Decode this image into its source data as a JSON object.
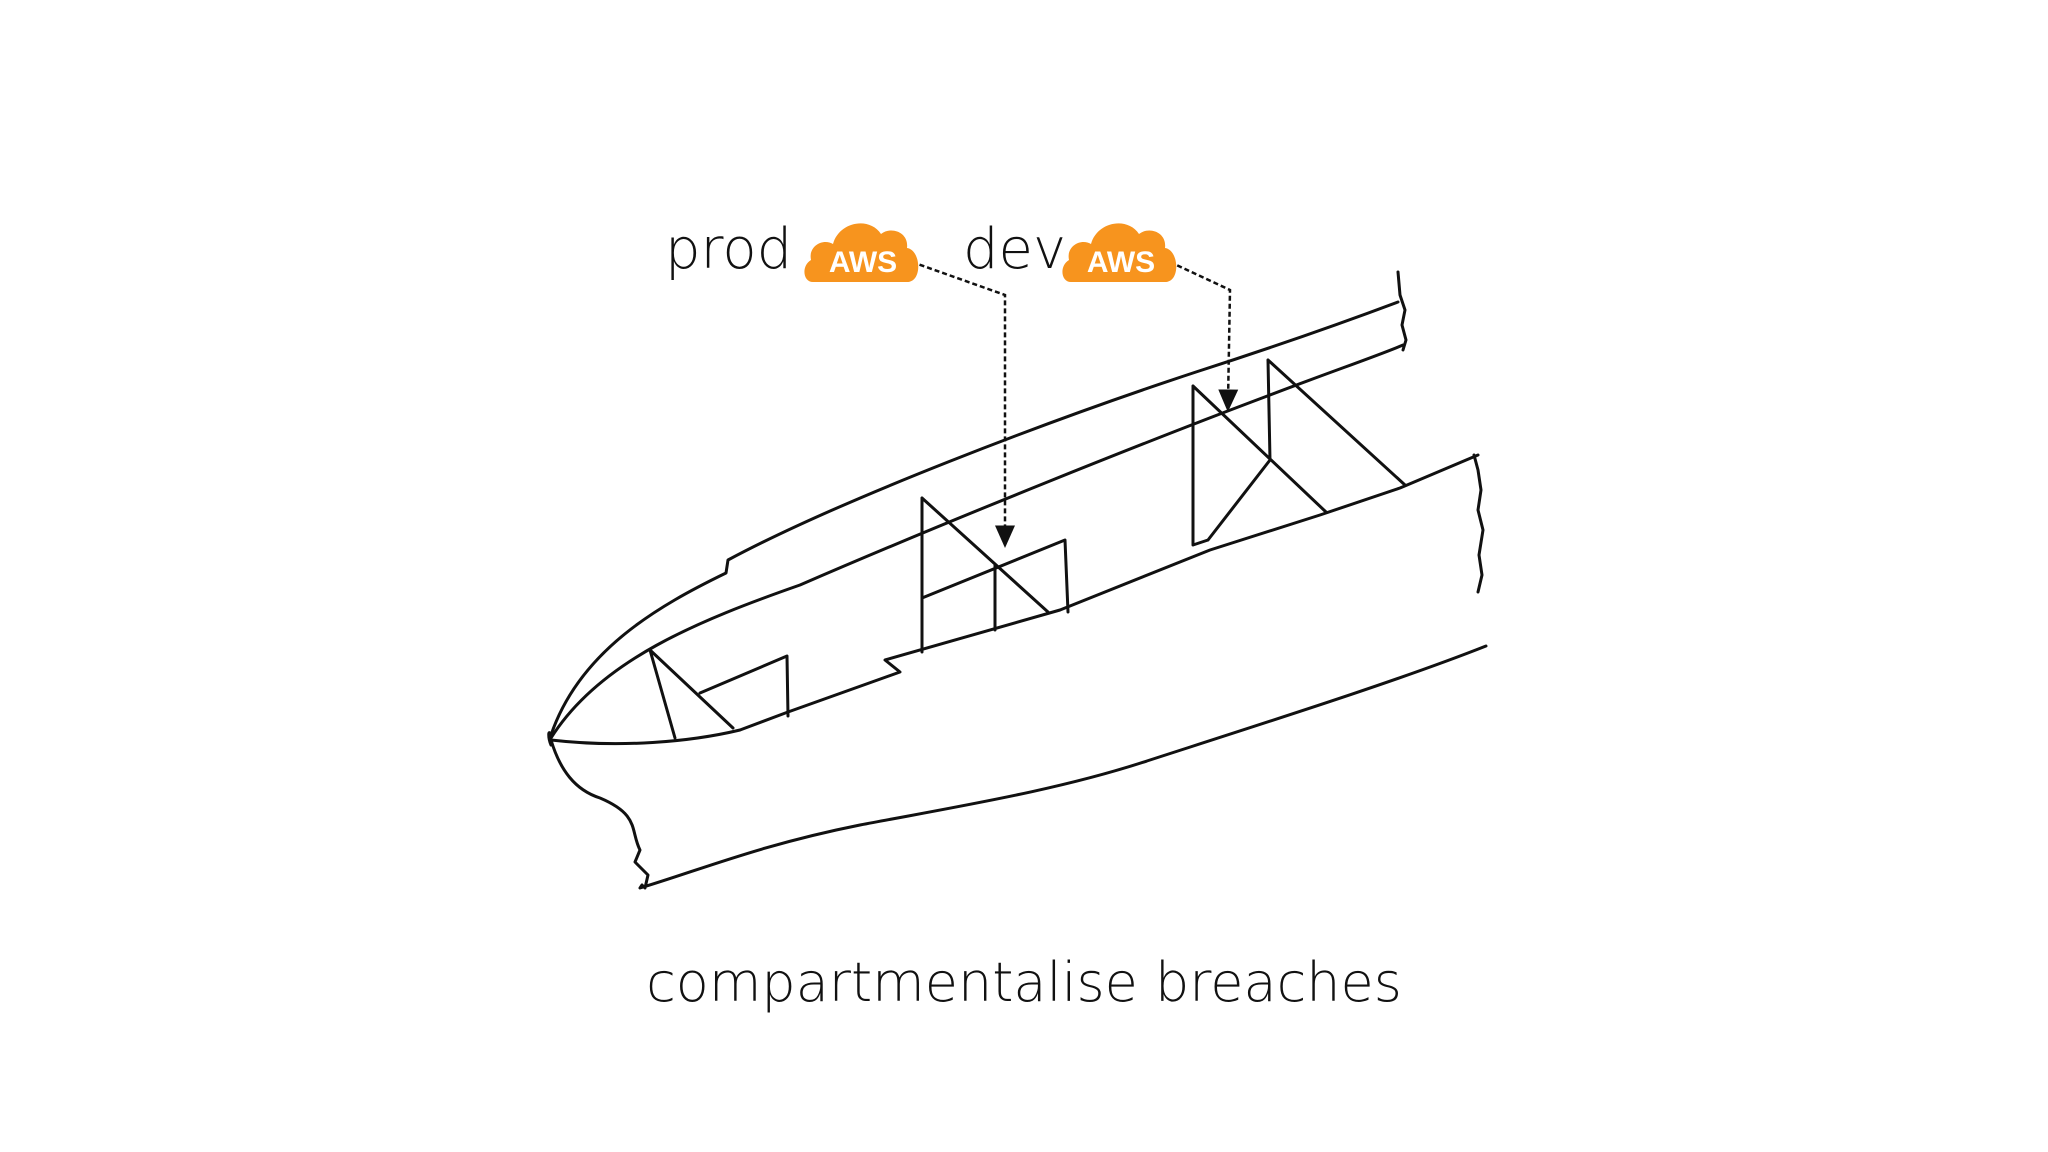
{
  "labels": {
    "prod": "prod",
    "dev": "dev"
  },
  "badge": {
    "text": "AWS",
    "color": "#F7941E",
    "icon": "aws-cloud-icon"
  },
  "caption": "compartmentalise breaches"
}
